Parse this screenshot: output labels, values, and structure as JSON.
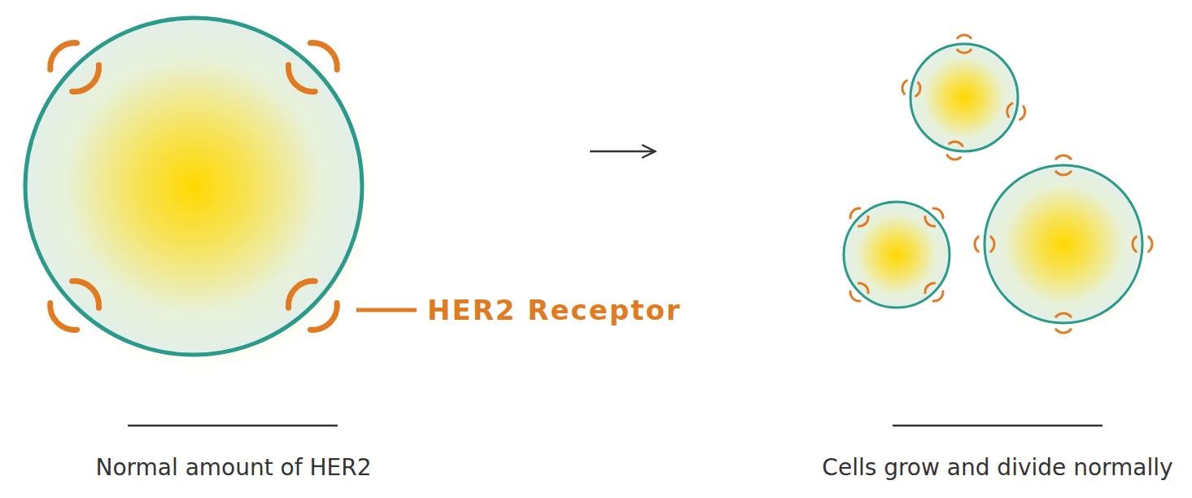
{
  "diagram": {
    "labels": [
      "HER2 Receptor",
      "Normal amount of HER2",
      "Cells grow and divide normally"
    ]
  }
}
